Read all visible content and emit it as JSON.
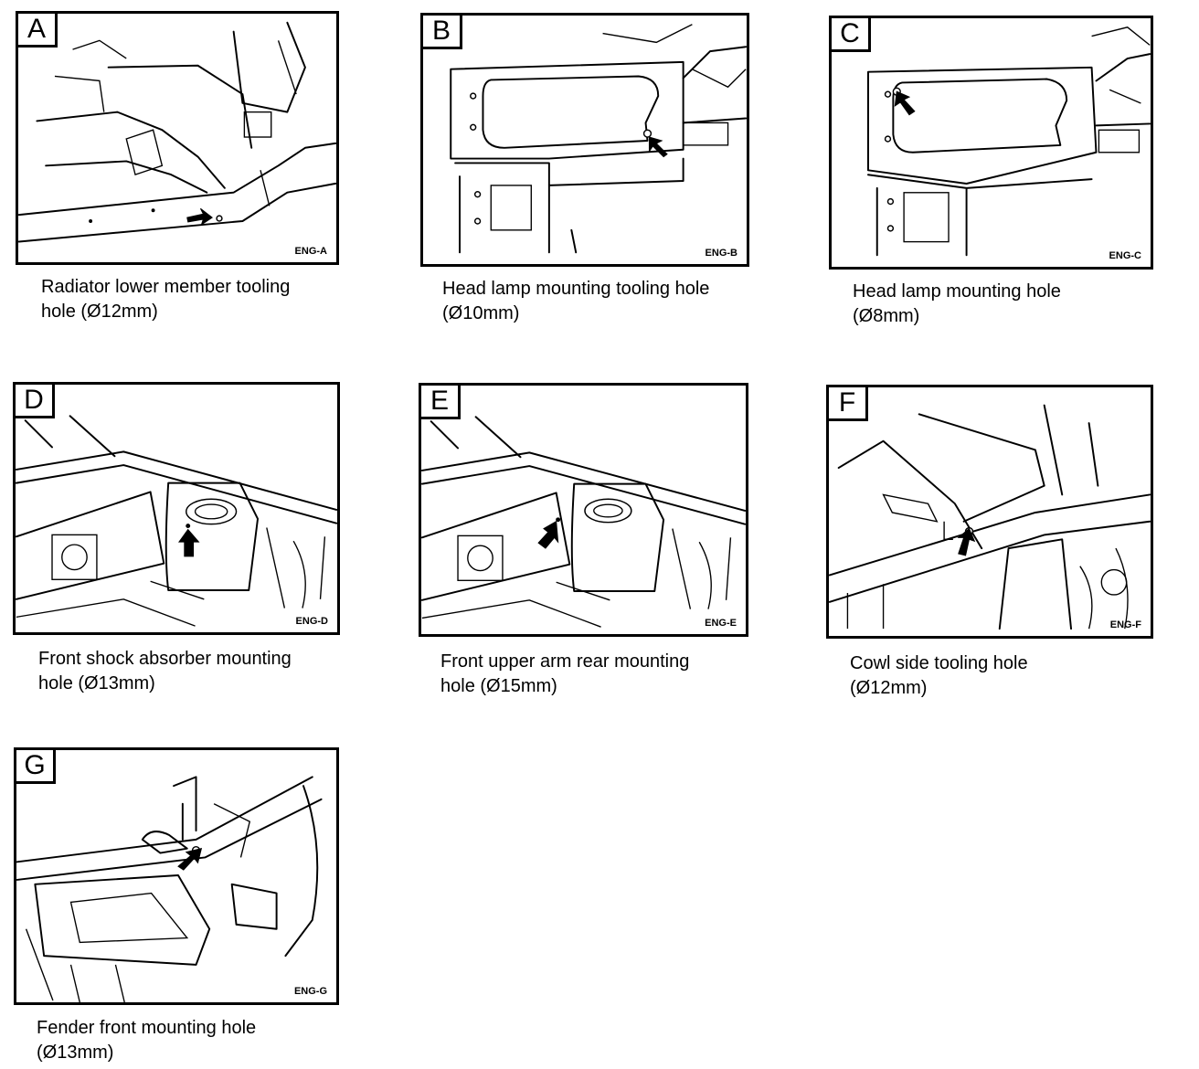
{
  "figures": [
    {
      "id": "A",
      "letter": "A",
      "code": "ENG-A",
      "caption_line1": "Radiator lower member tooling",
      "caption_line2": "hole (Ø12mm)"
    },
    {
      "id": "B",
      "letter": "B",
      "code": "ENG-B",
      "caption_line1": "Head lamp mounting tooling hole",
      "caption_line2": "(Ø10mm)"
    },
    {
      "id": "C",
      "letter": "C",
      "code": "ENG-C",
      "caption_line1": "Head lamp mounting hole",
      "caption_line2": "(Ø8mm)"
    },
    {
      "id": "D",
      "letter": "D",
      "code": "ENG-D",
      "caption_line1": "Front shock absorber mounting",
      "caption_line2": "hole (Ø13mm)"
    },
    {
      "id": "E",
      "letter": "E",
      "code": "ENG-E",
      "caption_line1": "Front upper arm rear mounting",
      "caption_line2": "hole (Ø15mm)"
    },
    {
      "id": "F",
      "letter": "F",
      "code": "ENG-F",
      "caption_line1": "Cowl side tooling hole",
      "caption_line2": "(Ø12mm)"
    },
    {
      "id": "G",
      "letter": "G",
      "code": "ENG-G",
      "caption_line1": "Fender front mounting hole",
      "caption_line2": "(Ø13mm)"
    }
  ]
}
